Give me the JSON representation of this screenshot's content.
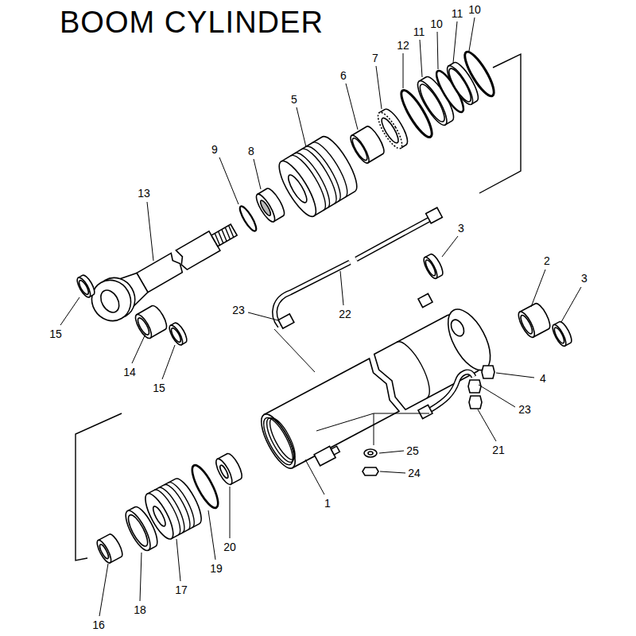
{
  "diagram": {
    "title": "BOOM CYLINDER",
    "labels": [
      "10",
      "11",
      "10",
      "11",
      "12",
      "7",
      "6",
      "5",
      "8",
      "9",
      "13",
      "3",
      "2",
      "3",
      "23",
      "22",
      "15",
      "14",
      "4",
      "15",
      "23",
      "21",
      "25",
      "24",
      "1",
      "20",
      "19",
      "17",
      "18",
      "16"
    ]
  }
}
